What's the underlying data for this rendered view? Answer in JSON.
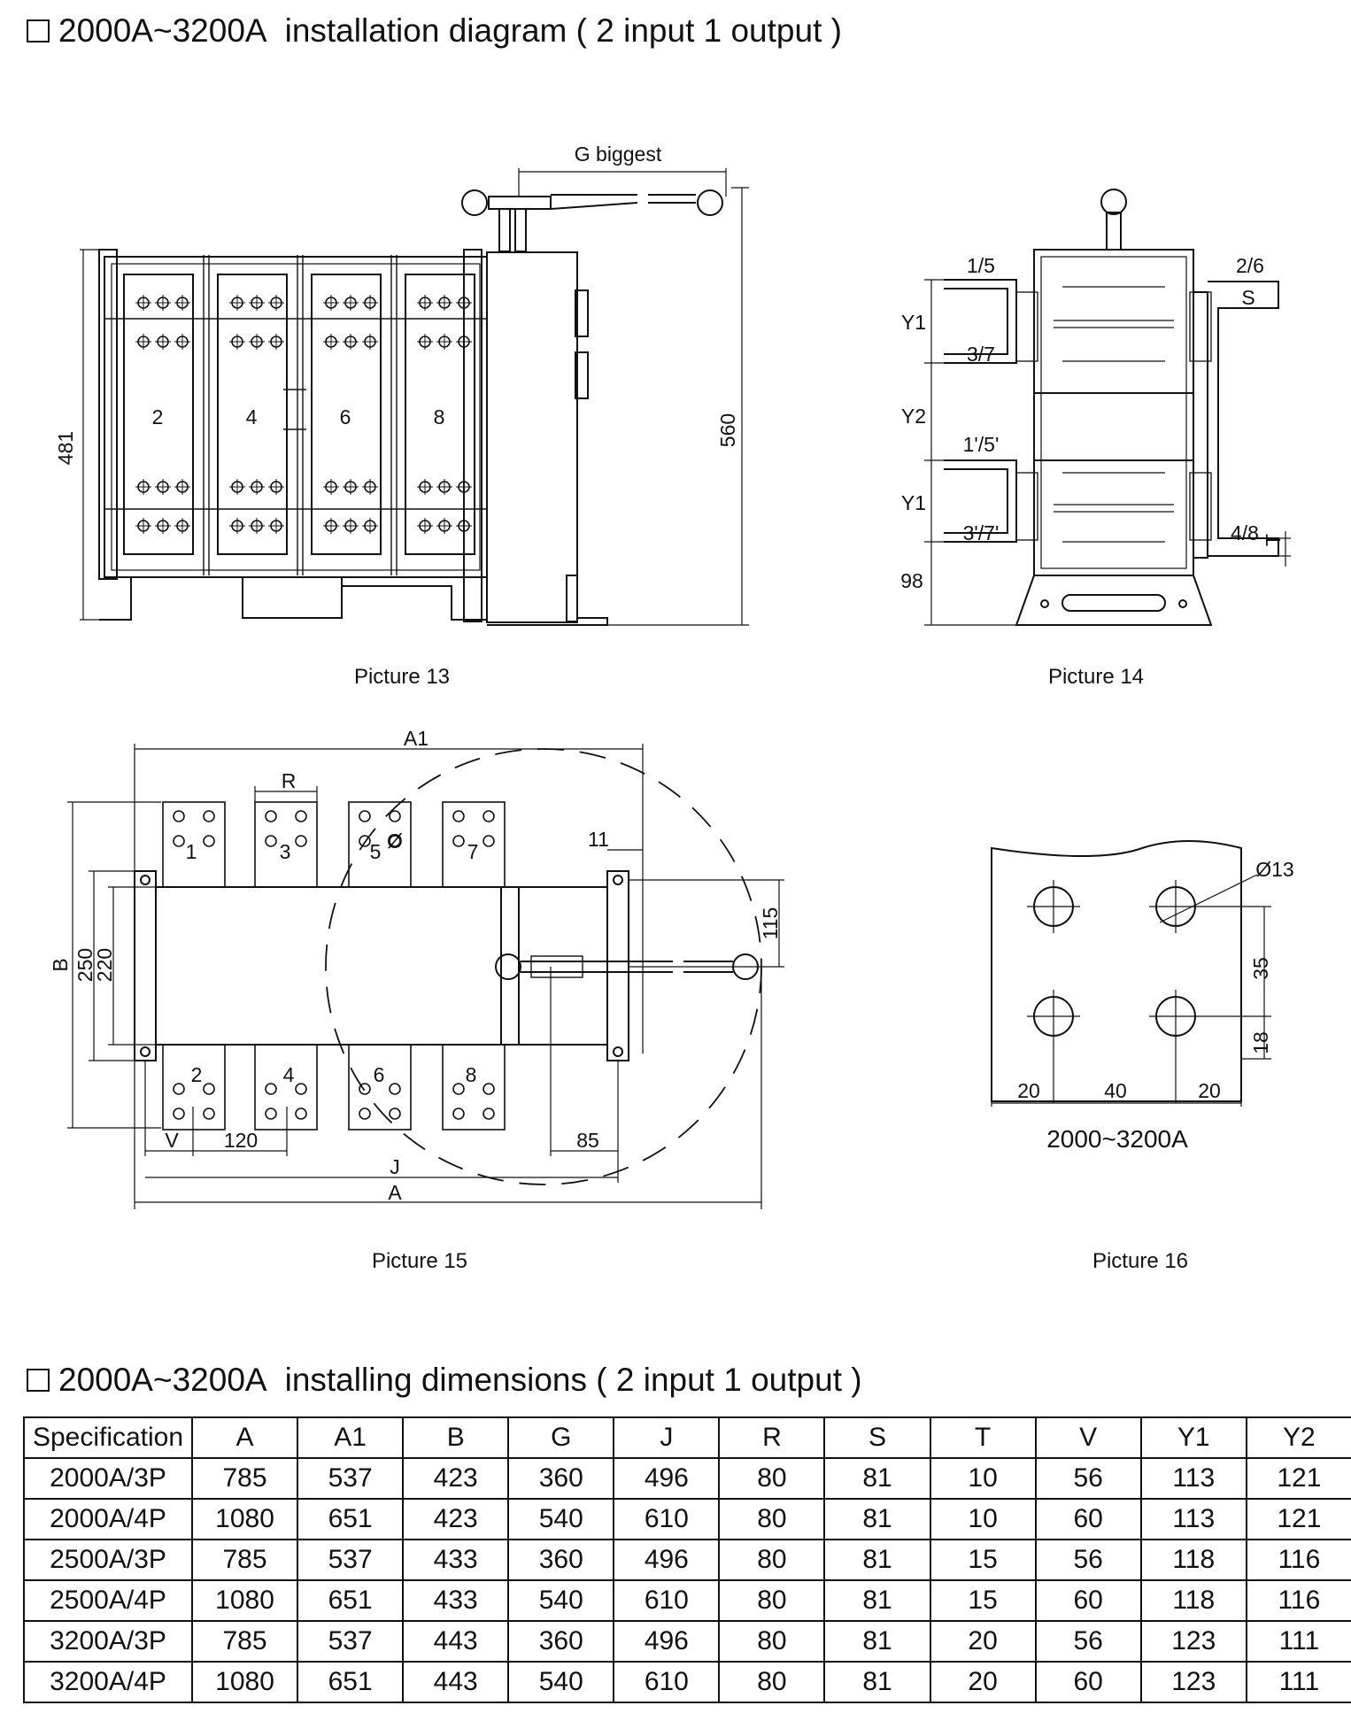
{
  "headings": {
    "installation": {
      "model": "2000A~3200A",
      "text": "installation diagram ( 2 input 1 output )"
    },
    "dimensions": {
      "model": "2000A~3200A",
      "text": "installing dimensions ( 2 input 1 output )"
    }
  },
  "captions": {
    "p13": "Picture 13",
    "p14": "Picture 14",
    "p15": "Picture 15",
    "p16": "Picture 16"
  },
  "picture13": {
    "g_label": "G biggest",
    "dim_481": "481",
    "dim_560": "560",
    "phase_labels": [
      "2",
      "4",
      "6",
      "8"
    ]
  },
  "picture14": {
    "labels": {
      "l15": "1/5",
      "l26": "2/6",
      "s": "S",
      "y1a": "Y1",
      "l37": "3/7",
      "y2": "Y2",
      "l15p": "1'/5'",
      "y1b": "Y1",
      "l37p": "3'/7'",
      "l48": "4/8",
      "t": "T",
      "d98": "98"
    }
  },
  "picture15": {
    "a1": "A1",
    "r": "R",
    "b": "B",
    "d250": "250",
    "d220": "220",
    "d11": "11",
    "d115": "115",
    "v": "V",
    "d120": "120",
    "d85": "85",
    "j": "J",
    "a": "A",
    "top_labels": [
      "1",
      "3",
      "5",
      "7"
    ],
    "bottom_labels": [
      "2",
      "4",
      "6",
      "8"
    ],
    "phi": "Ø"
  },
  "picture16": {
    "hole": "Ø13",
    "d35": "35",
    "d18": "18",
    "d20a": "20",
    "d40": "40",
    "d20b": "20",
    "model": "2000~3200A"
  },
  "table": {
    "headers": [
      "Specification",
      "A",
      "A1",
      "B",
      "G",
      "J",
      "R",
      "S",
      "T",
      "V",
      "Y1",
      "Y2"
    ],
    "rows": [
      [
        "2000A/3P",
        "785",
        "537",
        "423",
        "360",
        "496",
        "80",
        "81",
        "10",
        "56",
        "113",
        "121"
      ],
      [
        "2000A/4P",
        "1080",
        "651",
        "423",
        "540",
        "610",
        "80",
        "81",
        "10",
        "60",
        "113",
        "121"
      ],
      [
        "2500A/3P",
        "785",
        "537",
        "433",
        "360",
        "496",
        "80",
        "81",
        "15",
        "56",
        "118",
        "116"
      ],
      [
        "2500A/4P",
        "1080",
        "651",
        "433",
        "540",
        "610",
        "80",
        "81",
        "15",
        "60",
        "118",
        "116"
      ],
      [
        "3200A/3P",
        "785",
        "537",
        "443",
        "360",
        "496",
        "80",
        "81",
        "20",
        "56",
        "123",
        "111"
      ],
      [
        "3200A/4P",
        "1080",
        "651",
        "443",
        "540",
        "610",
        "80",
        "81",
        "20",
        "60",
        "123",
        "111"
      ]
    ]
  }
}
